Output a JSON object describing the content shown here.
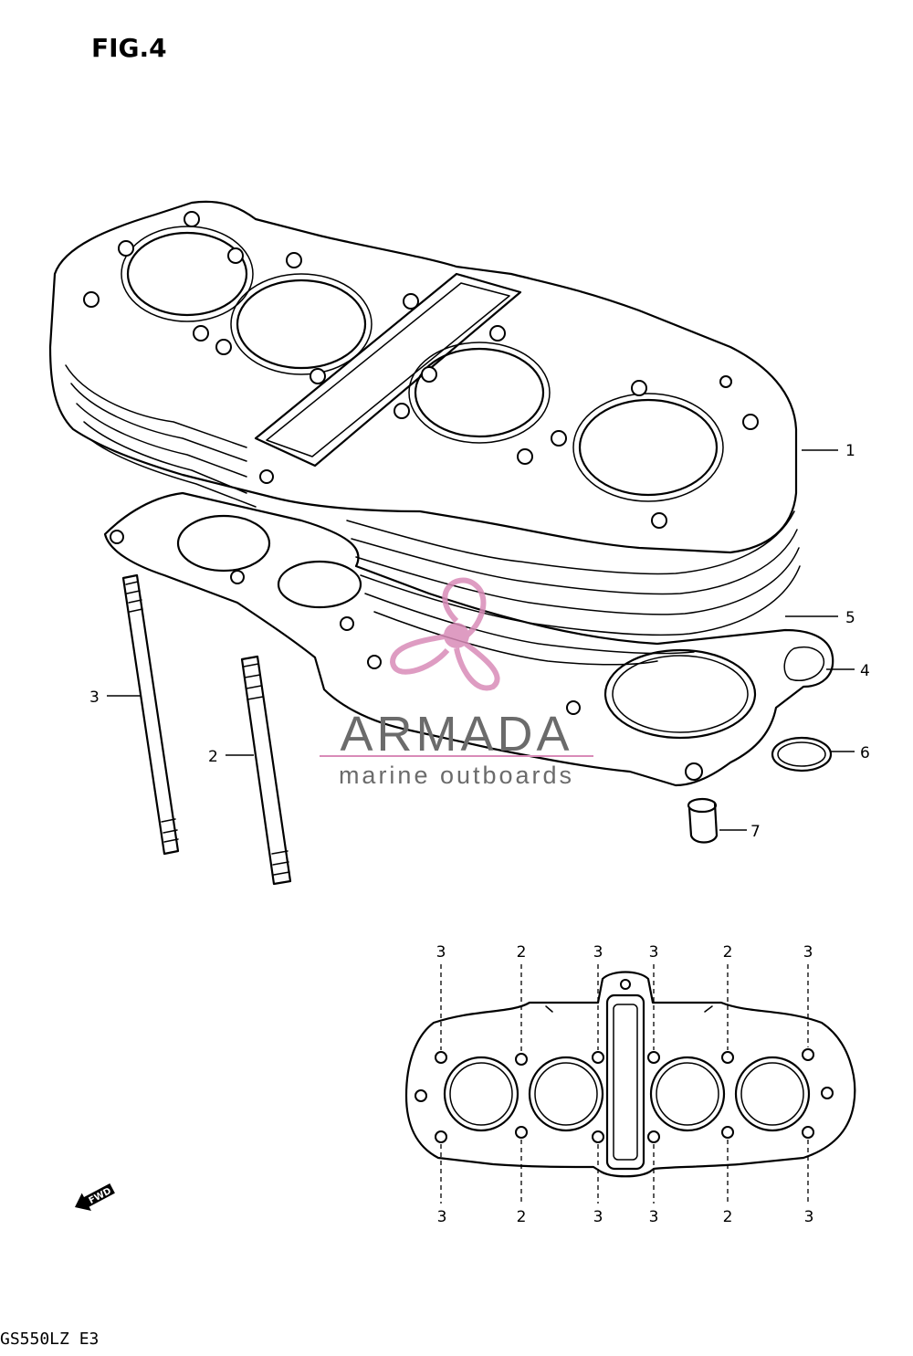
{
  "figure_title": "FIG.4",
  "model_code": "GS550LZ E3",
  "fwd_label": "FWD",
  "callouts": [
    {
      "id": "1"
    },
    {
      "id": "5"
    },
    {
      "id": "4"
    },
    {
      "id": "6"
    },
    {
      "id": "7"
    },
    {
      "id": "3"
    },
    {
      "id": "2"
    }
  ],
  "bottom_view": {
    "top_labels": [
      "3",
      "2",
      "3",
      "3",
      "2",
      "3"
    ],
    "bottom_labels": [
      "3",
      "2",
      "3",
      "3",
      "2",
      "3"
    ]
  },
  "watermark": {
    "name": "ARMADA",
    "tagline": "marine outboards",
    "colors": {
      "text": "#6b6b6b",
      "accent": "#d98bb8"
    }
  }
}
